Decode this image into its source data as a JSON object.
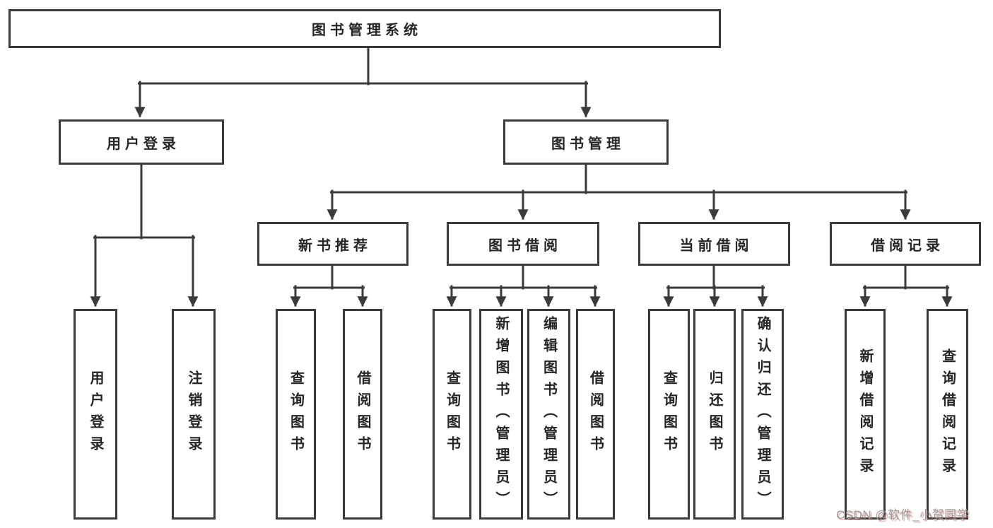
{
  "diagram": {
    "root": {
      "label": "图书管理系统"
    },
    "level2": [
      {
        "label": "用户登录"
      },
      {
        "label": "图书管理"
      }
    ],
    "level3": [
      {
        "label": "新书推荐"
      },
      {
        "label": "图书借阅"
      },
      {
        "label": "当前借阅"
      },
      {
        "label": "借阅记录"
      }
    ],
    "leaves": [
      {
        "label": "用户登录"
      },
      {
        "label": "注销登录"
      },
      {
        "label": "查询图书"
      },
      {
        "label": "借阅图书"
      },
      {
        "label": "查询图书"
      },
      {
        "label": "新增图书（管理员）"
      },
      {
        "label": "编辑图书（管理员）"
      },
      {
        "label": "借阅图书"
      },
      {
        "label": "查询图书"
      },
      {
        "label": "归还图书"
      },
      {
        "label": "确认归还（管理员）"
      },
      {
        "label": "新增借阅记录"
      },
      {
        "label": "查询借阅记录"
      }
    ],
    "colors": {
      "line": "#3b3b3b",
      "box_border": "#3b3b3b",
      "text": "#262626",
      "background": "#ffffff",
      "watermark_text": "#9a9a9a",
      "watermark_shadow": "#d96e6e"
    }
  },
  "watermark": {
    "text": "CSDN @软件_小贺同学"
  }
}
